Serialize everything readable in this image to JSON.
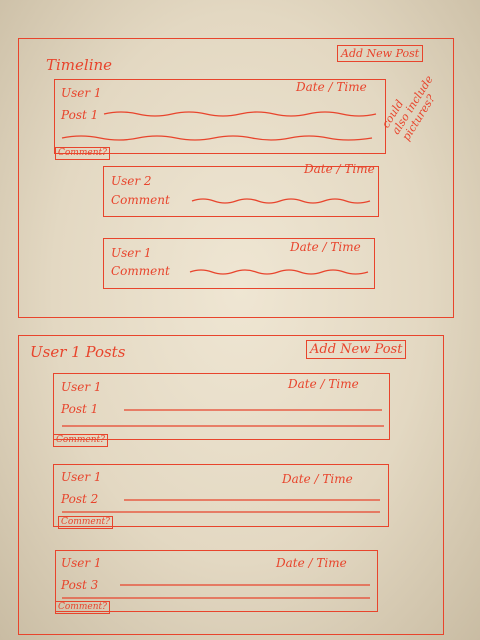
{
  "timeline": {
    "title": "Timeline",
    "add_button": "Add New Post",
    "note_lines": [
      "could",
      "also include",
      "pictures?"
    ],
    "items": [
      {
        "user": "User 1",
        "text": "Post 1",
        "datetime": "Date / Time",
        "comment_button": "Comment?"
      },
      {
        "user": "User 2",
        "text": "Comment",
        "datetime": "Date / Time"
      },
      {
        "user": "User 1",
        "text": "Comment",
        "datetime": "Date / Time"
      }
    ]
  },
  "user_posts": {
    "title": "User 1 Posts",
    "add_button": "Add New Post",
    "items": [
      {
        "user": "User 1",
        "text": "Post 1",
        "datetime": "Date / Time",
        "comment_button": "Comment?"
      },
      {
        "user": "User 1",
        "text": "Post 2",
        "datetime": "Date / Time",
        "comment_button": "Comment?"
      },
      {
        "user": "User 1",
        "text": "Post 3",
        "datetime": "Date / Time",
        "comment_button": "Comment?"
      }
    ]
  },
  "colors": {
    "ink": "#e8442c",
    "paper": "#e9dfca"
  }
}
